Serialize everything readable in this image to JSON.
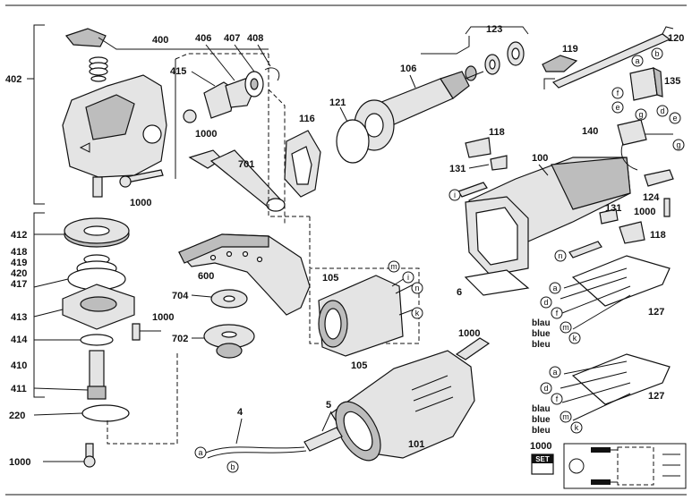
{
  "labels": {
    "p4": "4",
    "p5": "5",
    "p6": "6",
    "p100": "100",
    "p101": "101",
    "p105": "105",
    "p106": "106",
    "p116": "116",
    "p118": "118",
    "p119": "119",
    "p120": "120",
    "p121": "121",
    "p123": "123",
    "p124": "124",
    "p127": "127",
    "p131": "131",
    "p135": "135",
    "p140": "140",
    "p220": "220",
    "p400": "400",
    "p402": "402",
    "p406": "406",
    "p407": "407",
    "p408": "408",
    "p410": "410",
    "p411": "411",
    "p412": "412",
    "p413": "413",
    "p414": "414",
    "p415": "415",
    "p417": "417",
    "p418": "418",
    "p419": "419",
    "p420": "420",
    "p600": "600",
    "p701": "701",
    "p702": "702",
    "p704": "704",
    "p1000": "1000"
  },
  "letters": {
    "a": "a",
    "b": "b",
    "d": "d",
    "e": "e",
    "f": "f",
    "g": "g",
    "i": "i",
    "k": "k",
    "m": "m",
    "n": "n"
  },
  "wire_color": {
    "line1": "blau",
    "line2": "blue",
    "line3": "bleu"
  },
  "set_badge": "SET"
}
